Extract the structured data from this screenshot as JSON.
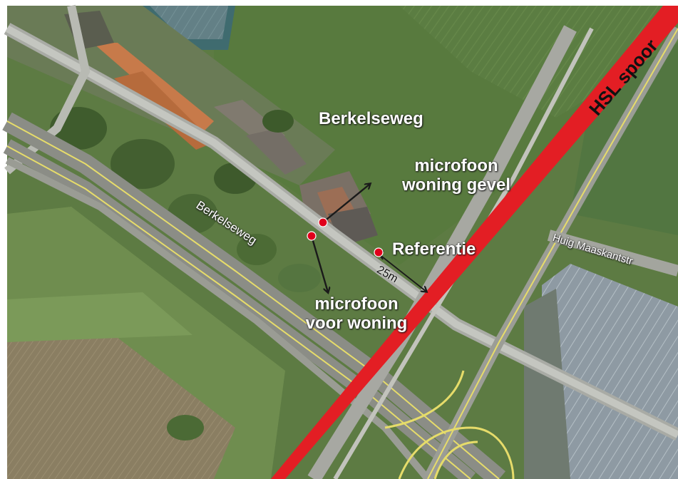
{
  "map": {
    "labels": {
      "area_name": "Berkelseweg",
      "street_name": "Berkelseweg",
      "rail_name": "HSL spoor",
      "road_name": "Huig Maaskantstr",
      "mic_facade_line1": "microfoon",
      "mic_facade_line2": "woning gevel",
      "reference": "Referentie",
      "distance": "25m",
      "mic_front_line1": "microfoon",
      "mic_front_line2": "voor woning"
    },
    "colors": {
      "rail_band": "#e31e24",
      "measurement_point": "#e0001b",
      "arrow": "#1a1a1a",
      "label_text": "#ffffff",
      "road_markings": "#e6dc6a"
    }
  }
}
